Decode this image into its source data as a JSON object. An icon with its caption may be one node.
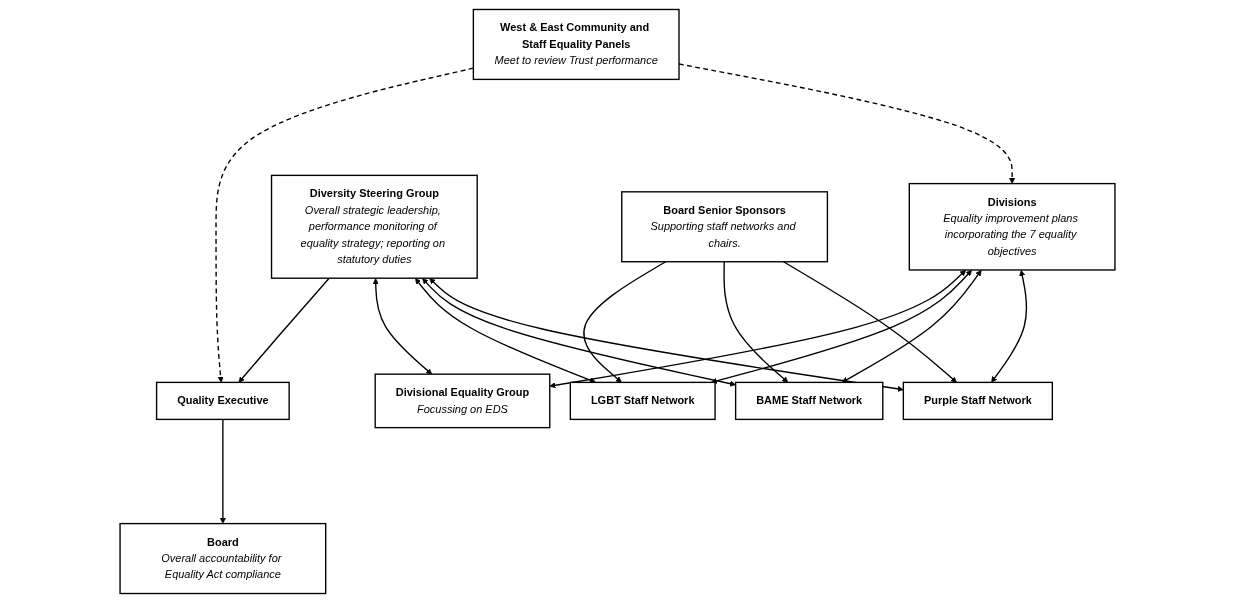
{
  "diagram": {
    "nodes": [
      {
        "text": [
          "West & East Community and Staff Equality Panels",
          "Meet to review Trust performance"
        ]
      },
      {
        "text": [
          "Quality Executive"
        ]
      },
      {
        "text": [
          "Board",
          "Overall accountability for Equality Act compliance"
        ]
      },
      {
        "text": [
          "Divisions",
          "Equality improvement plans incorporating the 7 equality objectives"
        ]
      },
      {
        "text": [
          "Diversity Steering Group",
          "Overall strategic leadership, performance monitoring of equality strategy; reporting on statutory duties"
        ]
      },
      {
        "text": [
          "Board Senior Sponsors",
          "Supporting staff networks and chairs."
        ]
      },
      {
        "text": [
          "Divisional Equality Group",
          "Focussing on EDS"
        ]
      },
      {
        "text": [
          "LGBT Staff Network"
        ]
      },
      {
        "text": [
          "BAME Staff Network"
        ]
      },
      {
        "text": [
          "Purple Staff Network"
        ]
      }
    ],
    "edges": [
      {
        "from": 0,
        "to": 1,
        "arrow": "to",
        "style": "dashed"
      },
      {
        "from": 0,
        "to": 3,
        "arrow": "to",
        "style": "dashed"
      },
      {
        "from": 1,
        "to": 2,
        "arrow": "to"
      },
      {
        "from": 4,
        "to": 1,
        "arrow": "to"
      },
      {
        "from": 3,
        "to": 6,
        "arrow": "both"
      },
      {
        "from": 3,
        "to": 7,
        "arrow": "both"
      },
      {
        "from": 3,
        "to": 8,
        "arrow": "both"
      },
      {
        "from": 3,
        "to": 9,
        "arrow": "both"
      },
      {
        "from": 4,
        "to": 6,
        "arrow": "both"
      },
      {
        "from": 4,
        "to": 7,
        "arrow": "both"
      },
      {
        "from": 4,
        "to": 8,
        "arrow": "both"
      },
      {
        "from": 4,
        "to": 9,
        "arrow": "both"
      },
      {
        "from": 5,
        "to": 7,
        "arrow": "to"
      },
      {
        "from": 5,
        "to": 8,
        "arrow": "to"
      },
      {
        "from": 5,
        "to": 9,
        "arrow": "to"
      }
    ]
  }
}
